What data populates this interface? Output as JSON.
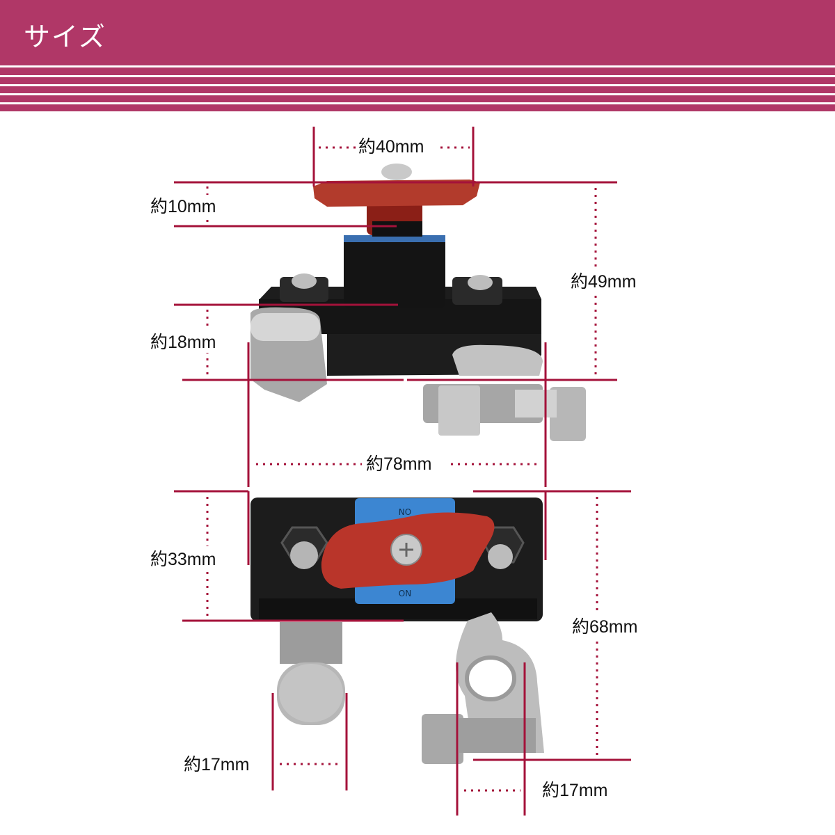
{
  "header": {
    "title": "サイズ",
    "color": "#b03767"
  },
  "dimension_color": "#a4123a",
  "dimensions": {
    "top_width": "約40mm",
    "knob_height": "約10mm",
    "total_height_side": "約49mm",
    "body_height": "約18mm",
    "overall_width": "約78mm",
    "body_depth": "約33mm",
    "overall_depth": "約68mm",
    "left_terminal_width": "約17mm",
    "right_terminal_width": "約17mm"
  }
}
